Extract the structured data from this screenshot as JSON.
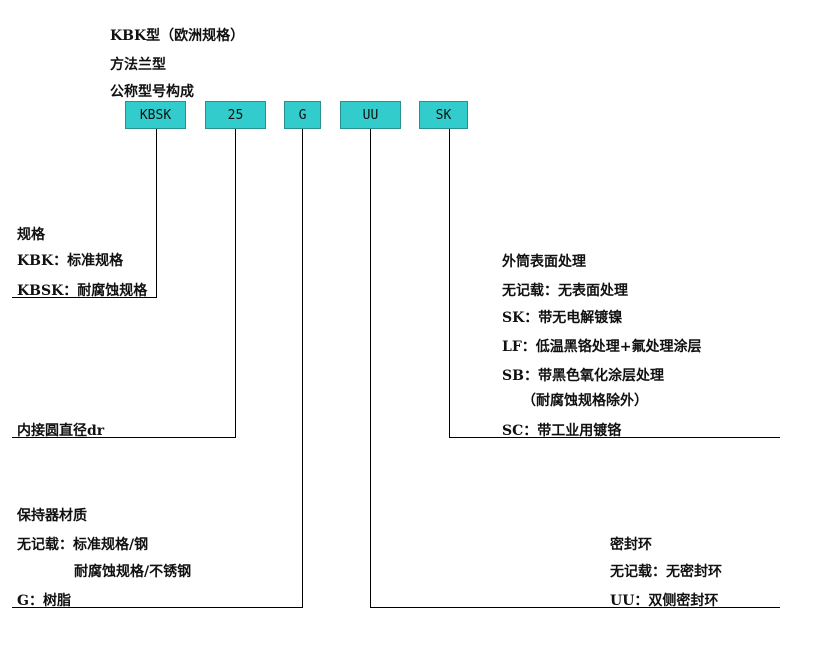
{
  "header": {
    "line1": "KBK型（欧洲规格）",
    "line2": "方法兰型",
    "line3": "公称型号构成"
  },
  "code_boxes": [
    "KBSK",
    "25",
    "G",
    "UU",
    "SK"
  ],
  "spec": {
    "title": "规格",
    "kbk": "KBK：标准规格",
    "kbsk": "KBSK：耐腐蚀规格"
  },
  "diameter": {
    "label": "内接圆直径dr"
  },
  "retainer": {
    "title": "保持器材质",
    "none": "无记载：标准规格/钢",
    "none_cont": "耐腐蚀规格/不锈钢",
    "g": "G：树脂"
  },
  "surface": {
    "title": "外筒表面处理",
    "none": "无记载：无表面处理",
    "sk": "SK：带无电解镀镍",
    "lf": "LF：低温黑铬处理+氟处理涂层",
    "sb": "SB：带黑色氧化涂层处理",
    "sb_note": "（耐腐蚀规格除外）",
    "sc": "SC：带工业用镀铬"
  },
  "seal": {
    "title": "密封环",
    "none": "无记载：无密封环",
    "uu": "UU：双侧密封环"
  },
  "colors": {
    "box_fill": "#33cccc",
    "line": "#000000"
  }
}
